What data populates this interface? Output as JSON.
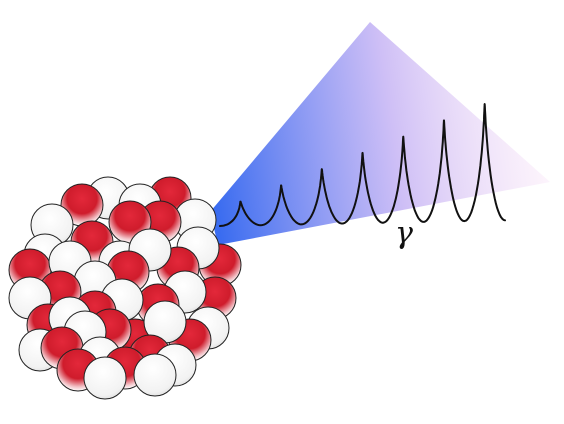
{
  "figure": {
    "gamma_label": "γ"
  },
  "colors": {
    "beam_start": "#3a6cf0",
    "beam_end": "#fbe6f7",
    "proton_red": "#d61a2a",
    "neutron_white": "#f4f4f4",
    "outline": "#222222",
    "wave": "#111111"
  },
  "nucleus": {
    "proton_count": 25,
    "neutron_count": 18
  },
  "wave": {
    "cycles": 7
  }
}
